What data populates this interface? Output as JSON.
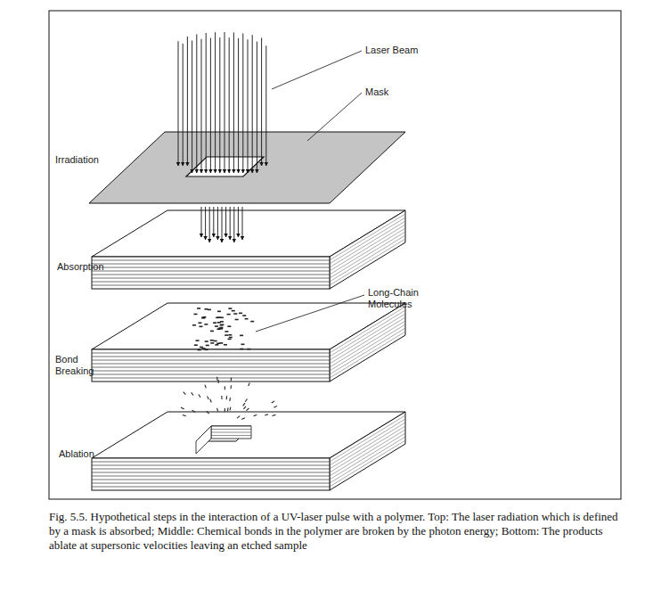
{
  "diagram": {
    "caption": "Fig. 5.5. Hypothetical steps in the interaction of a UV-laser pulse with a polymer. Top: The laser radiation which is defined by a mask is absorbed; Middle: Chemical bonds in the polymer are broken by the photon energy; Bottom: The products ablate at supersonic velocities leaving an etched sample",
    "labels": [
      "Laser Beam",
      "Mask",
      "Irradiation",
      "Absorption",
      "Long-Chain Molecules",
      "Bond Breaking",
      "Ablation"
    ]
  }
}
